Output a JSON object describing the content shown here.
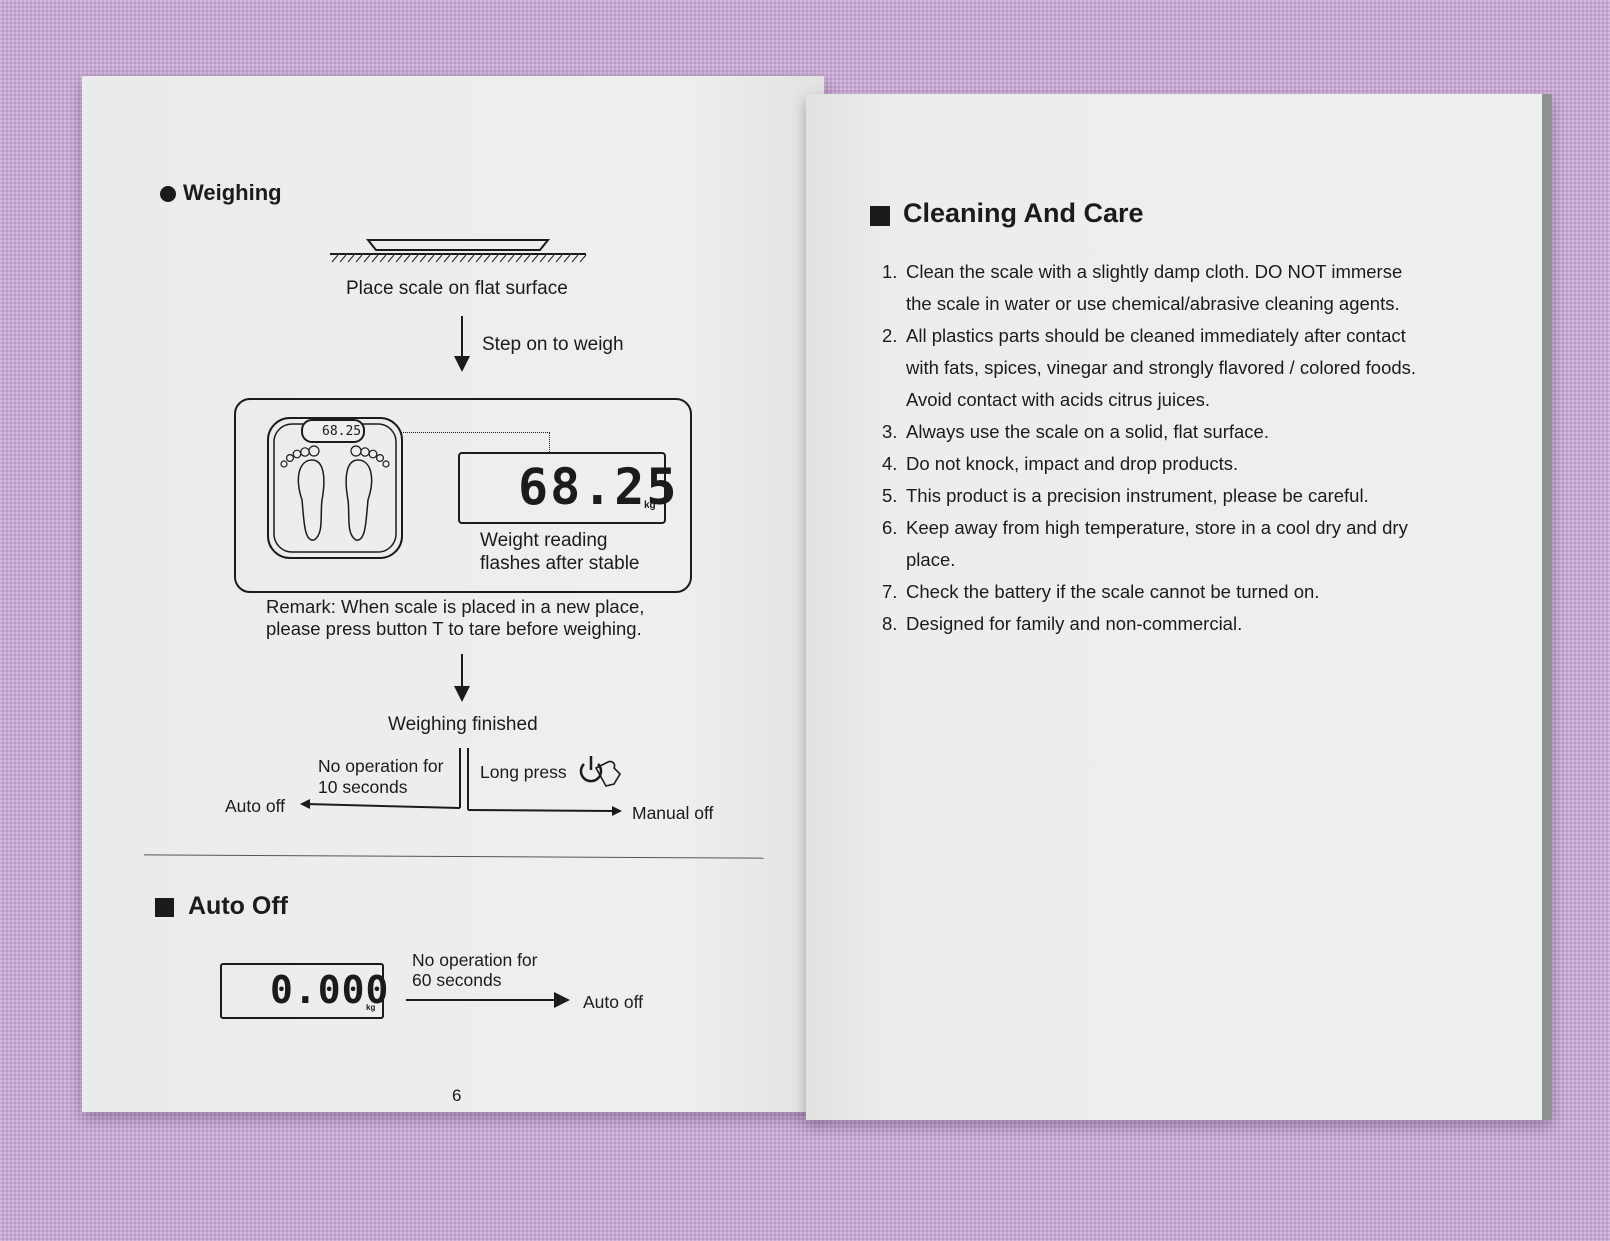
{
  "left_page": {
    "weighing": {
      "heading": "Weighing",
      "step_place": "Place scale on flat surface",
      "step_on": "Step on to weigh",
      "scale_small_display": "68.25",
      "lcd_display": "68.25",
      "lcd_unit": "kg",
      "weight_note_line1": "Weight reading",
      "weight_note_line2": "flashes after stable",
      "remark_line1": "Remark: When scale is placed in a new place,",
      "remark_line2": "please press button T to tare before weighing.",
      "finished": "Weighing finished",
      "no_op_line1": "No operation for",
      "no_op_line2": "10 seconds",
      "long_press": "Long press",
      "auto_off": "Auto off",
      "manual_off": "Manual off"
    },
    "auto_off_section": {
      "heading": "Auto Off",
      "lcd_display": "0.000",
      "lcd_unit": "kg",
      "no_op_line1": "No operation for",
      "no_op_line2": "60 seconds",
      "result": "Auto off"
    },
    "page_number": "6"
  },
  "right_page": {
    "heading": "Cleaning And Care",
    "items": [
      {
        "num": "1.",
        "lines": [
          "Clean the scale with a slightly damp cloth. DO NOT immerse",
          "the scale in water or use chemical/abrasive cleaning agents."
        ]
      },
      {
        "num": "2.",
        "lines": [
          "All plastics parts should be cleaned immediately after contact",
          "with fats, spices, vinegar and strongly flavored / colored foods.",
          "Avoid contact with acids citrus juices."
        ]
      },
      {
        "num": "3.",
        "lines": [
          "Always use the scale on a solid, flat surface."
        ]
      },
      {
        "num": "4.",
        "lines": [
          "Do not knock, impact and drop products."
        ]
      },
      {
        "num": "5.",
        "lines": [
          "This product is a precision instrument, please be careful."
        ]
      },
      {
        "num": "6.",
        "lines": [
          "Keep away from high temperature, store in a cool dry and dry",
          "place."
        ]
      },
      {
        "num": "7.",
        "lines": [
          "Check the battery if the scale cannot be turned on."
        ]
      },
      {
        "num": "8.",
        "lines": [
          "Designed for family and non-commercial."
        ]
      }
    ]
  },
  "icons": {
    "power": "power-icon",
    "hand": "hand-press-icon",
    "foot": "footprint-icon"
  }
}
